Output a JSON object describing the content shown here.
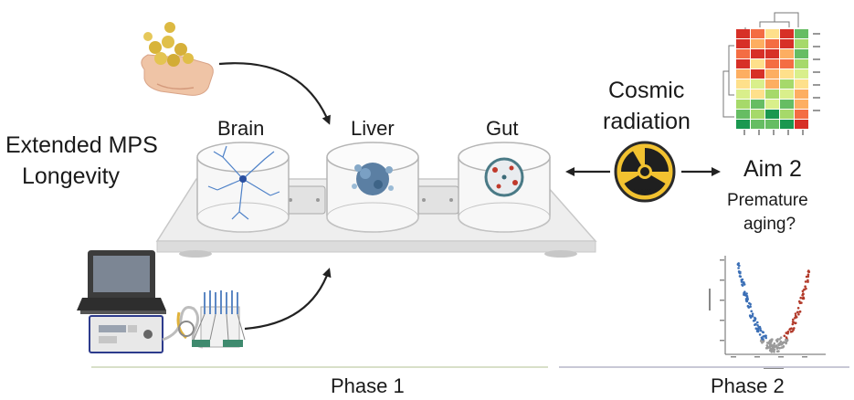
{
  "title_line1": "Extended MPS",
  "title_line2": "Longevity",
  "chambers": [
    {
      "label": "Brain"
    },
    {
      "label": "Liver"
    },
    {
      "label": "Gut"
    }
  ],
  "stressor_line1": "Cosmic",
  "stressor_line2": "radiation",
  "aim_title": "Aim 2",
  "aim_question_line1": "Premature",
  "aim_question_line2": "aging?",
  "phase1": "Phase 1",
  "phase2": "Phase 2",
  "heatmap_colors": [
    "#d73027",
    "#f46d43",
    "#fdae61",
    "#fee08b",
    "#d9ef8b",
    "#a6d96a",
    "#66bd63",
    "#1a9850"
  ],
  "volcano_colors": {
    "down": "#3b6fb6",
    "up": "#b23a2a",
    "ns": "#9a9a9a"
  },
  "icons": [
    "pills-in-hand-icon",
    "laptop-icon",
    "controller-box-icon",
    "fluidic-pump-icon",
    "radiation-icon",
    "heatmap-icon",
    "volcano-plot-icon"
  ]
}
